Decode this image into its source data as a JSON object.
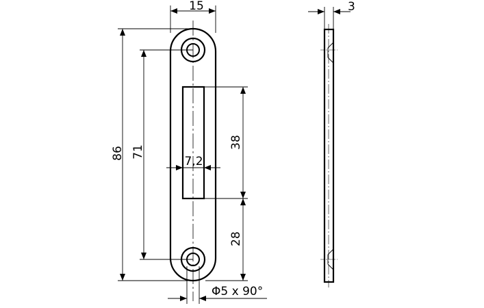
{
  "drawing": {
    "dimensions": {
      "width": "15",
      "thickness": "3",
      "overall_length": "86",
      "hole_spacing": "71",
      "slot_width": "7,2",
      "slot_length": "38",
      "slot_offset": "28",
      "countersink": "Φ5 x 90°"
    }
  }
}
